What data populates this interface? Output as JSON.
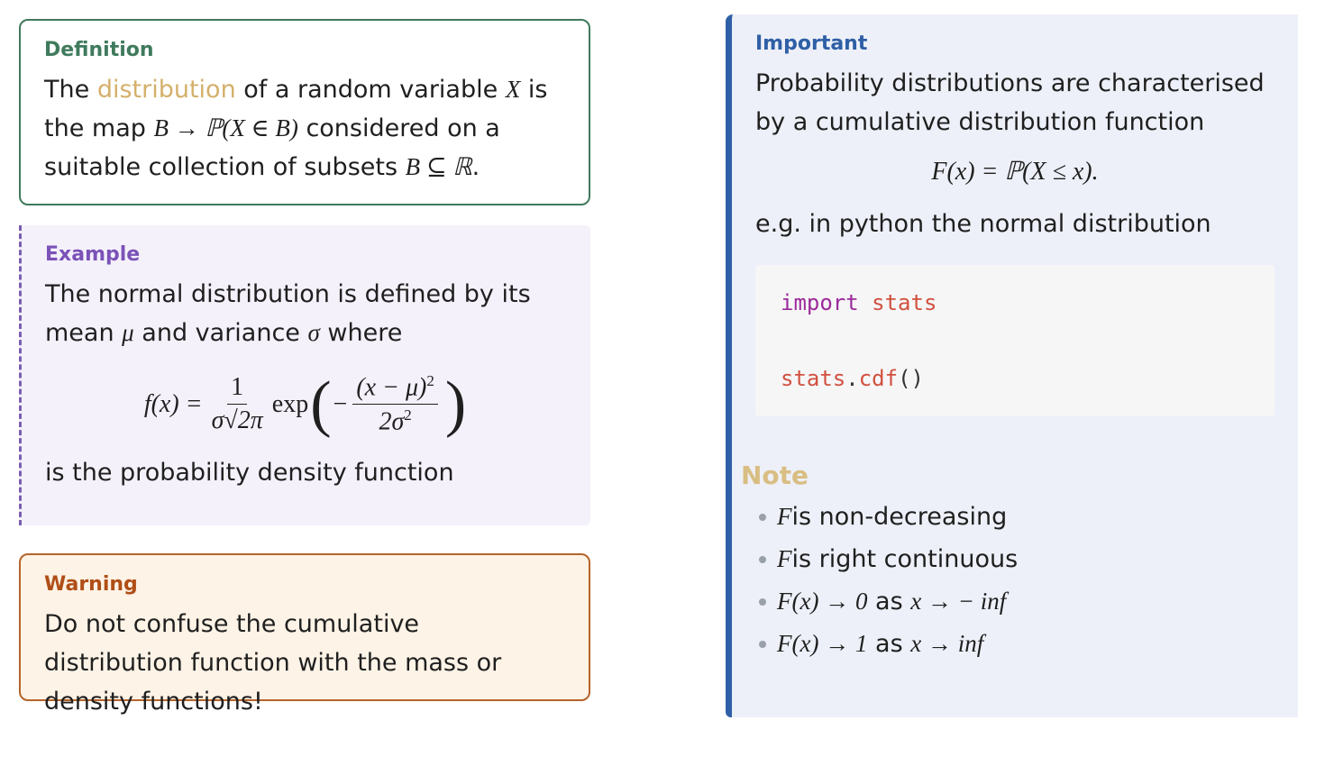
{
  "definition": {
    "title": "Definition",
    "text_before": "The ",
    "highlight": "distribution",
    "text_after": " of a random variable ",
    "var_X": "X",
    "is": " is",
    "line2_before": "the map ",
    "map_formula": "B → ℙ(X ∈ B)",
    "line2_after": " considered on a",
    "line3": "suitable collection of subsets ",
    "subset_formula": "B ⊆ ℝ",
    "period": "."
  },
  "example": {
    "title": "Example",
    "line1": "The normal distribution is defined by its",
    "line2_before": "mean ",
    "mu": "μ",
    "line2_mid": " and variance ",
    "sigma": "σ",
    "line2_after": " where",
    "formula": {
      "lhs": "f(x) =",
      "num": "1",
      "den": "σ√2π",
      "exp": "exp",
      "lparen": "(",
      "minus": "−",
      "inner_num": "(x − μ)",
      "inner_num_sup": "2",
      "inner_den": "2σ",
      "inner_den_sup": "2",
      "rparen": ")"
    },
    "line3": "is the probability density function"
  },
  "warning": {
    "title": "Warning",
    "text": "Do not confuse the cumulative distribution function with the mass or density functions!"
  },
  "important": {
    "title": "Important",
    "text": "Probability distributions are characterised by a cumulative distribution function",
    "formula": "F(x) = ℙ(X ≤ x).",
    "example_line": "e.g. in python the normal distribution",
    "code": {
      "line1_kw": "import",
      "line1_mod": "stats",
      "line2_mod": "stats",
      "line2_dot": ".",
      "line2_fn": "cdf",
      "line2_paren": "()"
    }
  },
  "note": {
    "title": "Note",
    "items": [
      {
        "math": "F",
        "text": " is non-decreasing"
      },
      {
        "math": "F",
        "text": " is right continuous"
      },
      {
        "math": "F(x) → 0",
        "text": " as ",
        "math2": "x → − inf"
      },
      {
        "math": "F(x) → 1",
        "text": " as ",
        "math2": "x → inf"
      }
    ]
  }
}
